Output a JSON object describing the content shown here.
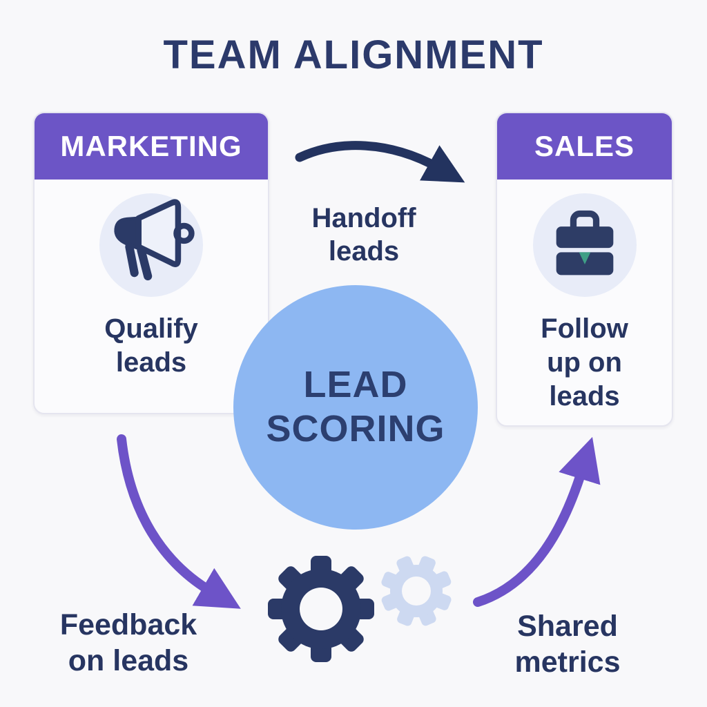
{
  "title": "TEAM ALIGNMENT",
  "cards": {
    "marketing": {
      "header": "MARKETING",
      "icon": "megaphone-icon",
      "label": "Qualify leads",
      "label_lines": [
        "Qualify",
        "leads"
      ]
    },
    "sales": {
      "header": "SALES",
      "icon": "briefcase-icon",
      "label": "Follow up on leads",
      "label_lines": [
        "Follow",
        "up on",
        "leads"
      ]
    }
  },
  "center": {
    "label": "LEAD SCORING",
    "lines": [
      "LEAD",
      "SCORING"
    ]
  },
  "flows": {
    "handoff": {
      "label": "Handoff leads",
      "lines": [
        "Handoff",
        "leads"
      ]
    },
    "feedback": {
      "label": "Feedback on leads",
      "lines": [
        "Feedback",
        "on leads"
      ]
    },
    "shared": {
      "label": "Shared metrics",
      "lines": [
        "Shared",
        "metrics"
      ]
    }
  },
  "colors": {
    "background": "#f8f8fa",
    "navy_text": "#2a3765",
    "navy_arrow": "#23335f",
    "purple_header": "#6c55c6",
    "purple_arrow": "#6d53c8",
    "center_circle_blue": "#8db7f2",
    "icon_circle_bg": "#e8ecf8",
    "light_gear": "#cdd9f1",
    "briefcase_teal": "#3f9f86",
    "header_text": "#ffffff"
  }
}
